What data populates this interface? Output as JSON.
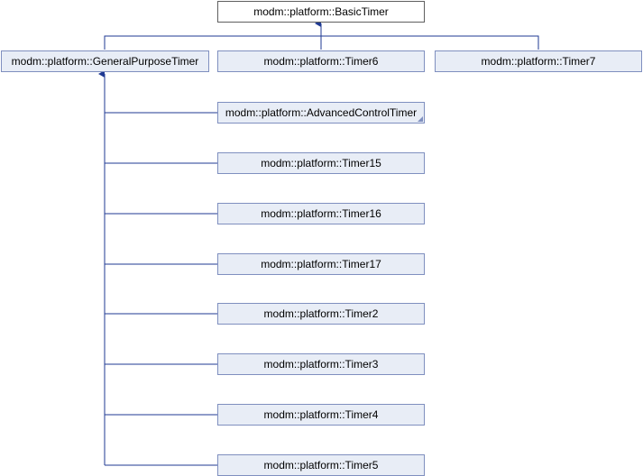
{
  "diagram": {
    "root": {
      "label": "modm::platform::BasicTimer"
    },
    "level1": [
      {
        "label": "modm::platform::GeneralPurposeTimer"
      },
      {
        "label": "modm::platform::Timer6"
      },
      {
        "label": "modm::platform::Timer7"
      }
    ],
    "derived": [
      {
        "label": "modm::platform::AdvancedControlTimer",
        "has_more": true
      },
      {
        "label": "modm::platform::Timer15"
      },
      {
        "label": "modm::platform::Timer16"
      },
      {
        "label": "modm::platform::Timer17"
      },
      {
        "label": "modm::platform::Timer2"
      },
      {
        "label": "modm::platform::Timer3"
      },
      {
        "label": "modm::platform::Timer4"
      },
      {
        "label": "modm::platform::Timer5"
      }
    ],
    "colors": {
      "edge": "#1f3a93",
      "node_fill": "#e8edf6",
      "node_border": "#7f8fbf",
      "root_border": "#5f5f5f"
    }
  }
}
